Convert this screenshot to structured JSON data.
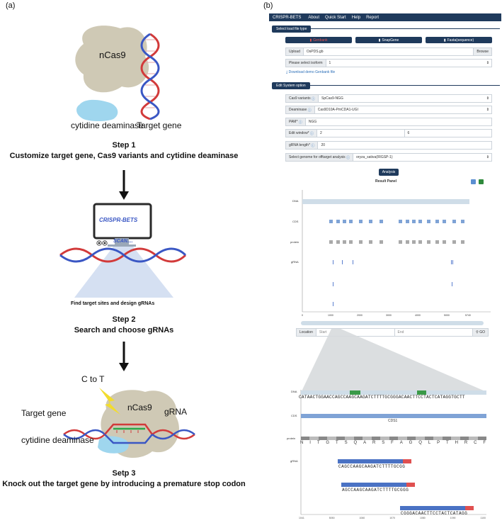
{
  "panel_a": {
    "letter": "(a)",
    "ncas9": "nCas9",
    "cytidine_deaminase": "cytidine deaminase",
    "target_gene": "Target gene",
    "step1_title": "Step 1",
    "step1_desc": "Customize target gene, Cas9 variants and cytidine deaminase",
    "monitor_brand": "CRISPR-BETS",
    "scan_label": "SCAN....",
    "find_text": "Find target sites and design gRNAs",
    "step2_title": "Step 2",
    "step2_desc": "Search and choose gRNAs",
    "c_to_t": "C to T",
    "ncas9_b": "nCas9",
    "grna": "gRNA",
    "target_gene_b": "Target gene",
    "cytidine_deaminase_b": "cytidine deaminase",
    "step3_title": "Setp 3",
    "step3_desc": "Knock out the target gene by introducing a premature stop codon"
  },
  "panel_b": {
    "letter": "(b)",
    "nav": {
      "brand": "CRISPR-BETS",
      "items": [
        "About",
        "Quick Start",
        "Help",
        "Report"
      ]
    },
    "load_section": "Select load file type",
    "file_types": [
      "Genbank",
      "SnapGene",
      "Fasta(sequence)"
    ],
    "upload_label": "Upload",
    "upload_value": "OsPDS.gb",
    "browse": "Browse",
    "isoform_label": "Please select isoform",
    "isoform_value": "1",
    "download_link": "Download demo Genbank file",
    "edit_section": "Edit System option",
    "cas9_label": "Cas9 variants",
    "cas9_value": "SpCas9-NGG",
    "deaminase_label": "Deaminase",
    "deaminase_value": "Cas9D10A-PmCDA1-UGI",
    "pam_label": "PAM*",
    "pam_value": "NGG",
    "window_label": "Edit window*",
    "window_start": "2",
    "window_end": "6",
    "grna_len_label": "gRNA length*",
    "grna_len_value": "20",
    "genome_label": "Select genome for offtarget analysis",
    "genome_value": "oryza_sativa(IRGSP-1)",
    "analysis_button": "Analysis",
    "result_panel": "Result Panel",
    "track_labels": [
      "DNA",
      "CDS",
      "protein",
      "gRNA"
    ],
    "axis_ticks": [
      "0",
      "1000",
      "2000",
      "3000",
      "4000",
      "5000",
      "5740"
    ],
    "location_label": "Location",
    "start_placeholder": "Start",
    "end_placeholder": "End",
    "go_button": "GO",
    "zoom": {
      "dna_label": "DNA",
      "dna_seq": "CATAACTGGAACCAGCCAAGCAAGATCTTTTGCGGGACAACTTCCTACTCATAGGTGCTT",
      "cds_label": "CDS",
      "cds_name": "CDS1",
      "protein_label": "protein",
      "protein_seq": [
        "N",
        "I",
        "T",
        "G",
        "T",
        "S",
        "Q",
        "A",
        "R",
        "S",
        "F",
        "A",
        "G",
        "Q",
        "L",
        "P",
        "T",
        "H",
        "R",
        "C",
        "F"
      ],
      "grna_label": "gRNA",
      "grnas": [
        "CAGCCAAGCAAGATCTTTTGCGG",
        "AGCCAAGCAAGATCTTTTGCGGG",
        "CGGGACAACTTCCTACTCATAGG"
      ],
      "axis_ticks": [
        "1041",
        "5050",
        "1060",
        "1070",
        "1080",
        "1090",
        "1100"
      ]
    }
  },
  "colors": {
    "navy": "#1f3a5c",
    "dna_red": "#d23a3a",
    "dna_blue": "#3a57c4",
    "green": "#3a9a48",
    "grna_blue": "#4a72c4",
    "grna_red": "#e05050",
    "cds_blue": "#7fa3d6"
  }
}
